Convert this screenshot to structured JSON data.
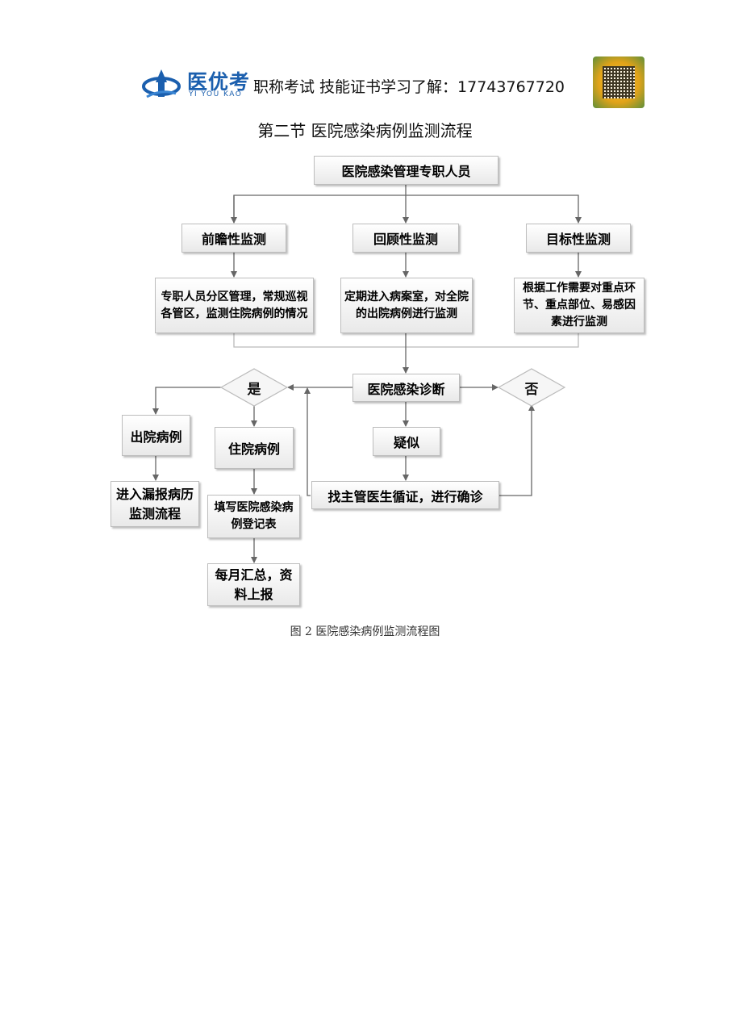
{
  "header": {
    "brand_name": "医优考",
    "brand_sub": "YI YOU KAO",
    "promo": "职称考试 技能证书学习了解：17743767720"
  },
  "section_title": "第二节 医院感染病例监测流程",
  "flow": {
    "top": "医院感染管理专职人员",
    "prospective": "前瞻性监测",
    "retrospective": "回顾性监测",
    "targeted": "目标性监测",
    "prospective_desc": "专职人员分区管理，常规巡视各管区，监测住院病例的情况",
    "retrospective_desc": "定期进入病案室，对全院的出院病例进行监测",
    "targeted_desc": "根据工作需要对重点环节、重点部位、易感因素进行监测",
    "diagnosis": "医院感染诊断",
    "yes": "是",
    "no": "否",
    "discharged": "出院病例",
    "inpatient": "住院病例",
    "suspected": "疑似",
    "missed_flow": "进入漏报病历监测流程",
    "fill_form": "填写医院感染病例登记表",
    "consult": "找主管医生循证，进行确诊",
    "monthly": "每月汇总，资料上报"
  },
  "caption": "图 2 医院感染病例监测流程图",
  "colors": {
    "brand": "#1b5fae",
    "line": "#666666",
    "box_border": "#bdbdbd"
  }
}
